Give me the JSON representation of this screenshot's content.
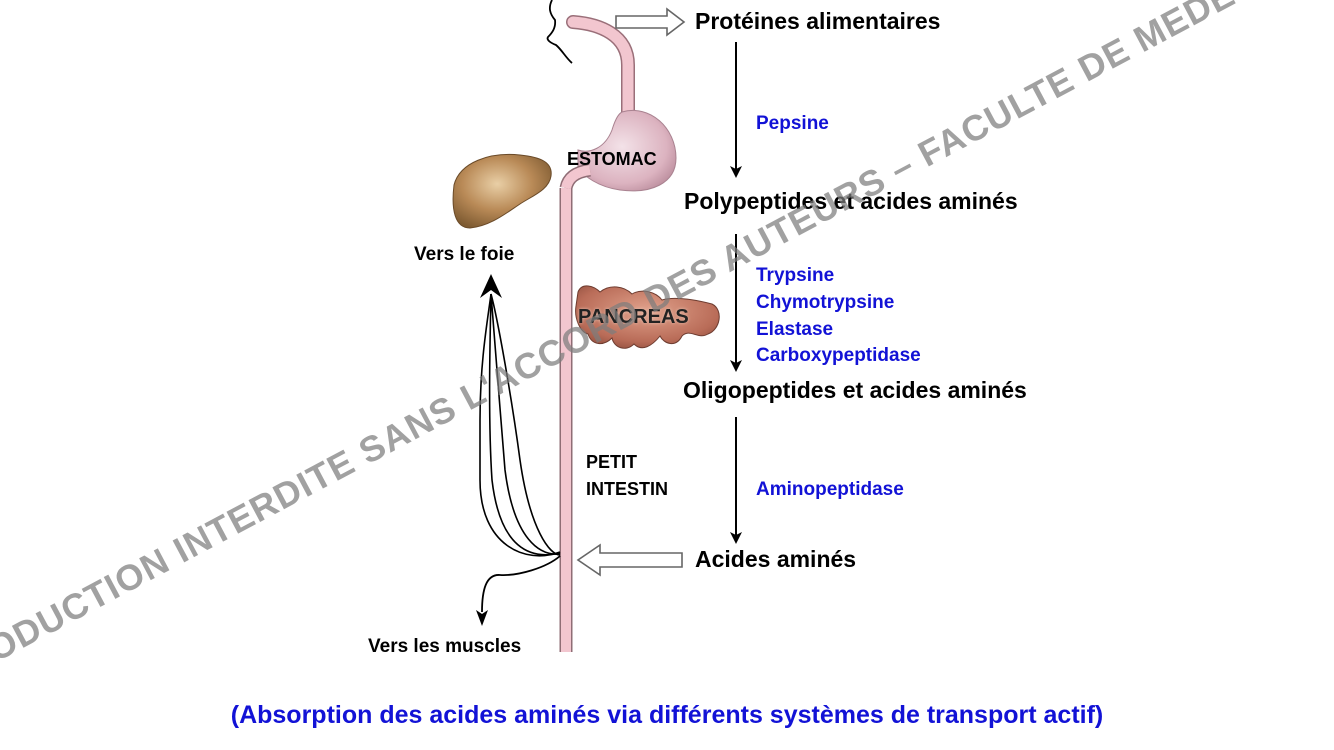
{
  "stages": {
    "proteines": "Protéines alimentaires",
    "polypeptides": "Polypeptides et acides aminés",
    "oligopeptides": "Oligopeptides et acides aminés",
    "acides": "Acides aminés"
  },
  "enzymes": {
    "stomach": [
      "Pepsine"
    ],
    "pancreas": [
      "Trypsine",
      "Chymotrypsine",
      "Elastase",
      "Carboxypeptidase"
    ],
    "intestine": [
      "Aminopeptidase"
    ]
  },
  "organs": {
    "estomac": "ESTOMAC",
    "pancreas": "PANCREAS",
    "intestin_line1": "PETIT",
    "intestin_line2": "INTESTIN"
  },
  "destinations": {
    "foie": "Vers le foie",
    "muscles": "Vers les muscles"
  },
  "caption": "(Absorption des acides aminés via différents systèmes de transport actif)",
  "watermark": "REPRODUCTION INTERDITE SANS L'ACCORD DES AUTEURS – FACULTE DE MEDECINE",
  "colors": {
    "enzyme_text": "#1212d6",
    "tract": "#f2c6cf",
    "liver": "#b98a57",
    "pancreas": "#b96c58",
    "stomach": "#e2c0cc"
  }
}
